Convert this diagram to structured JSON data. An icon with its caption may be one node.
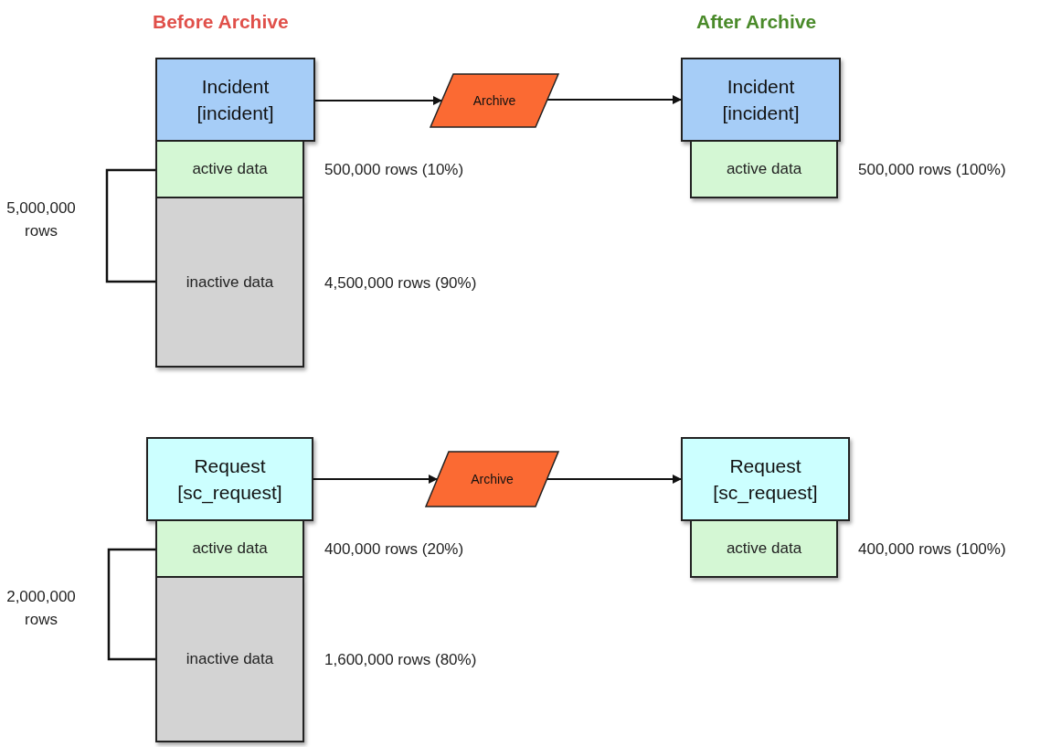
{
  "diagram": {
    "nodes": [
      {
        "text": [
          "Incident [incident]"
        ]
      },
      {
        "text": [
          "active data"
        ],
        "beside": [
          "500,000 rows (10%)"
        ]
      },
      {
        "text": [
          "inactive data"
        ],
        "beside": [
          "4,500,000 rows (90%)"
        ]
      },
      {
        "text": [
          "Archive"
        ]
      },
      {
        "text": [
          "Incident [incident]"
        ]
      },
      {
        "text": [
          "active data"
        ],
        "beside": [
          "500,000 rows (100%)"
        ]
      },
      {
        "text": [
          "Request [sc_request]"
        ]
      },
      {
        "text": [
          "active data"
        ],
        "beside": [
          "400,000 rows (20%)"
        ]
      },
      {
        "text": [
          "inactive data"
        ],
        "beside": [
          "1,600,000 rows (80%)"
        ]
      },
      {
        "text": [
          "Archive"
        ]
      },
      {
        "text": [
          "Request [sc_request]"
        ]
      },
      {
        "text": [
          "active data"
        ],
        "beside": [
          "400,000 rows (100%)"
        ]
      }
    ],
    "edges": [
      {
        "from": 0,
        "to": 3,
        "arrow": "to"
      },
      {
        "from": 3,
        "to": 4,
        "arrow": "to"
      },
      {
        "from": 6,
        "to": 9,
        "arrow": "to"
      },
      {
        "from": 9,
        "to": 10,
        "arrow": "to"
      }
    ],
    "labels": [
      "Before Archive",
      "After Archive",
      "5,000,000 rows",
      "2,000,000 rows"
    ]
  }
}
